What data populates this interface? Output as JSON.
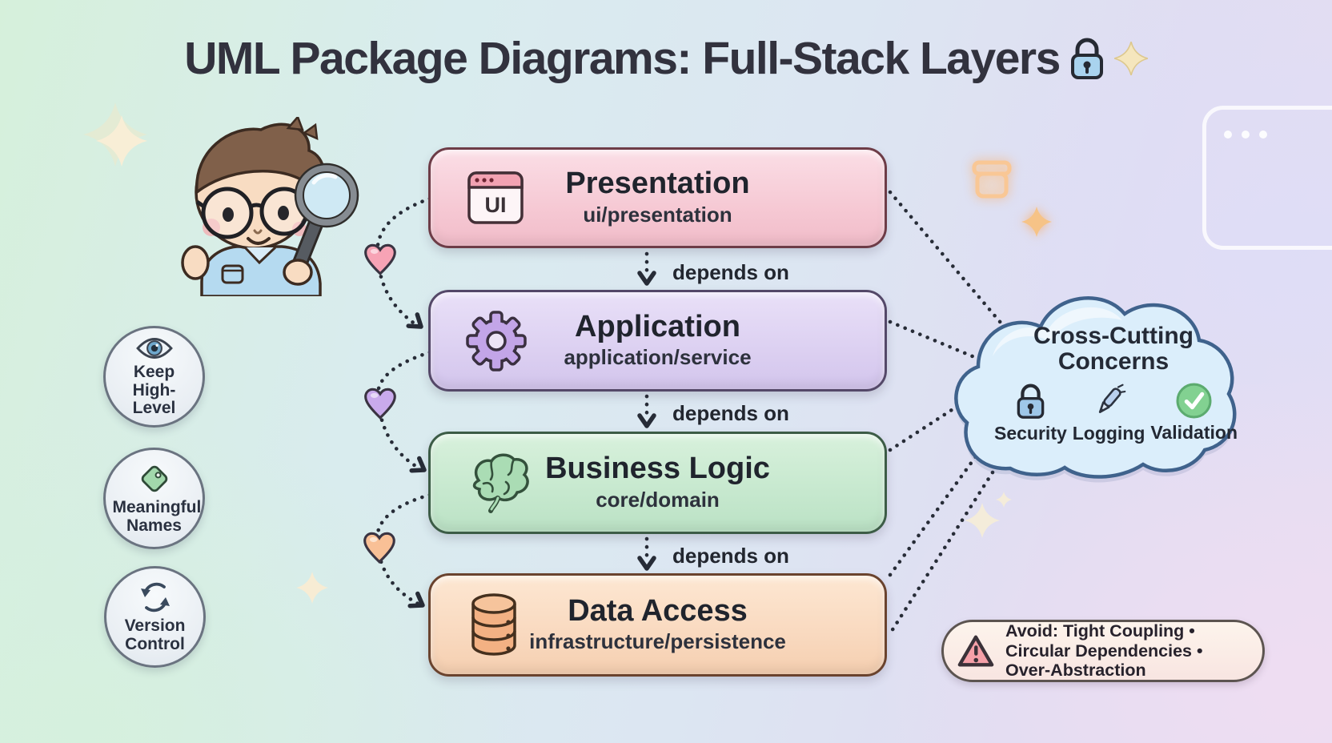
{
  "title": {
    "text": "UML Package Diagrams: Full-Stack Layers",
    "icons": [
      "lock-icon",
      "sparkle-icon"
    ]
  },
  "layers": [
    {
      "name": "Presentation",
      "package": "ui/presentation",
      "icon": "browser-ui-icon",
      "icon_text": "UI",
      "fill": "#f6c9d4",
      "border": "#6d3c47"
    },
    {
      "name": "Application",
      "package": "application/service",
      "icon": "gear-icon",
      "fill": "#dcd0f1",
      "border": "#544868"
    },
    {
      "name": "Business Logic",
      "package": "core/domain",
      "icon": "brain-icon",
      "fill": "#c6e8ce",
      "border": "#3c5c46"
    },
    {
      "name": "Data Access",
      "package": "infrastructure/persistence",
      "icon": "database-icon",
      "fill": "#f9d9bf",
      "border": "#6a432e"
    }
  ],
  "edges": {
    "depends_label": "depends on"
  },
  "tips": [
    {
      "label": "Keep High-Level",
      "icon": "eye-icon"
    },
    {
      "label": "Meaningful Names",
      "icon": "tag-icon"
    },
    {
      "label": "Version Control",
      "icon": "sync-icon"
    }
  ],
  "cloud": {
    "title": "Cross-Cutting Concerns",
    "items": [
      {
        "label": "Security",
        "icon": "lock-icon"
      },
      {
        "label": "Logging",
        "icon": "pen-icon"
      },
      {
        "label": "Validation",
        "icon": "check-icon"
      }
    ]
  },
  "warning": {
    "icon": "warning-triangle-icon",
    "text": "Avoid: Tight Coupling • Circular Dependencies • Over-Abstraction"
  },
  "colors": {
    "background_mint": "#d6f0db",
    "background_lavender": "#e7ddf1",
    "presentation": "#f6c9d4",
    "application": "#dcd0f1",
    "business_logic": "#c6e8ce",
    "data_access": "#f9d9bf",
    "cloud": "#dbeefb",
    "heart_pink": "#f7a3b5",
    "heart_purple": "#c9aaec",
    "heart_peach": "#f9c096",
    "connector": "#272c37"
  }
}
